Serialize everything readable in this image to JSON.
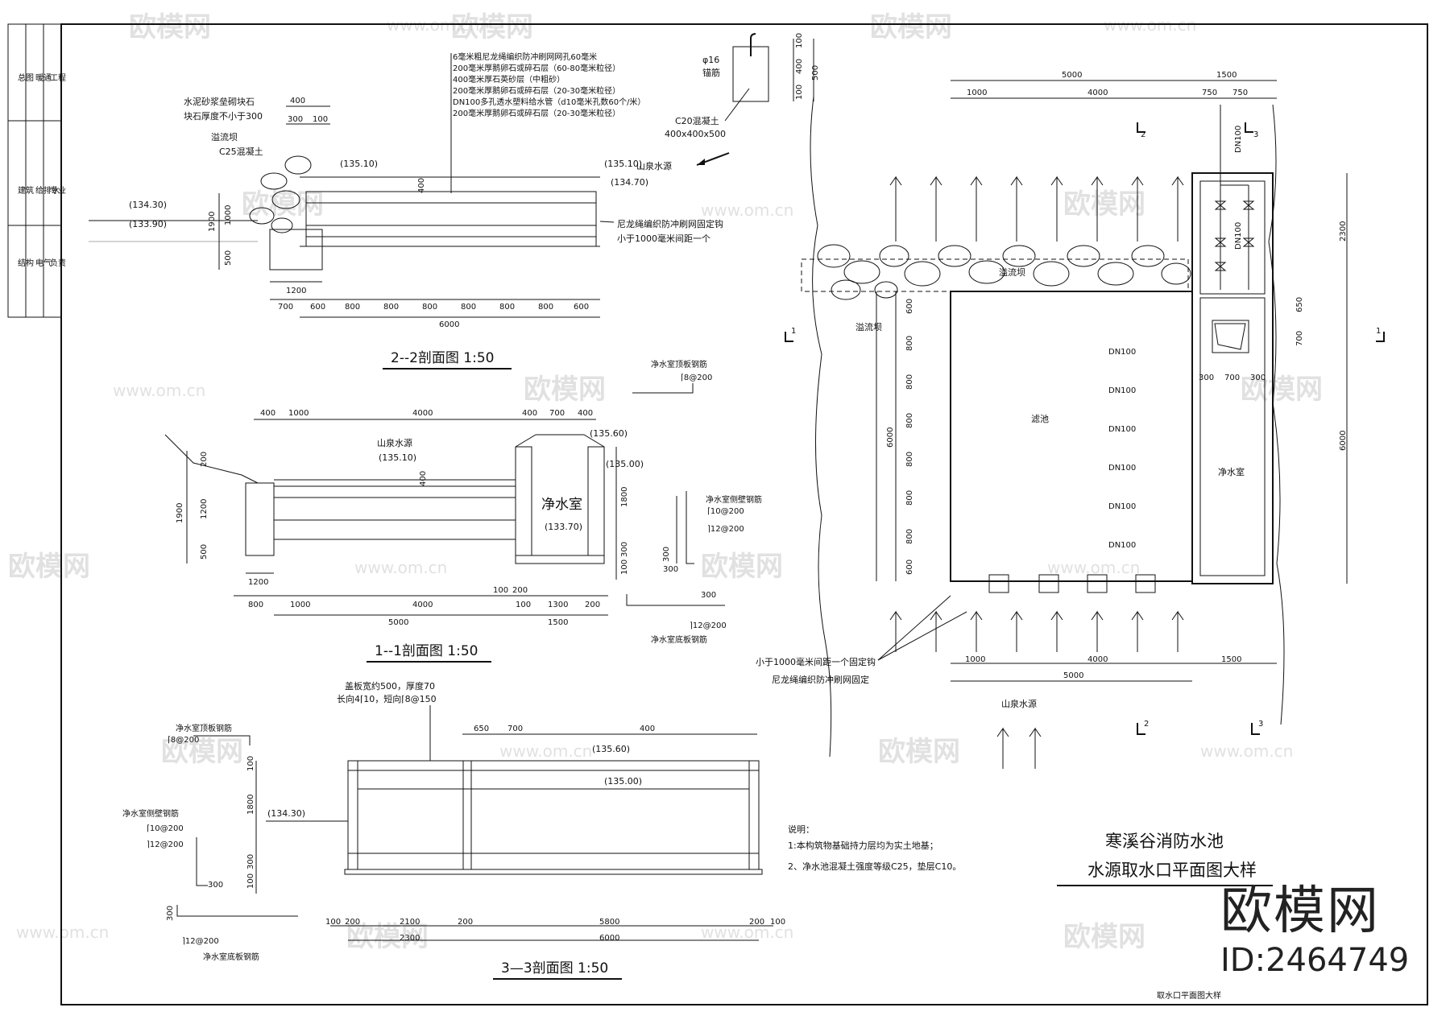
{
  "title_block": {
    "main_title": "寒溪谷消防水池",
    "sub_title": "水源取水口平面图大样",
    "tiny_label": "取水口平面图大样",
    "side_labels": [
      "总图",
      "建筑",
      "结构",
      "给排水",
      "电气",
      "暖通",
      "工程",
      "专业",
      "负责"
    ]
  },
  "brand": {
    "name": "欧模网",
    "id": "ID:2464749"
  },
  "watermark": {
    "text": "欧模网",
    "url": "www.om.cn"
  },
  "notes": {
    "heading": "说明：",
    "items": [
      "1:本构筑物基础持力层均为实土地基；",
      "2、净水池混凝土强度等级C25，垫层C10。"
    ]
  },
  "anchor": {
    "rebar": "φ16",
    "rebar_label": "锚筋",
    "concrete": "C20混凝土",
    "size": "400x400x500",
    "dims": [
      "100",
      "400",
      "500",
      "100"
    ]
  },
  "section_22": {
    "title": "2--2剖面图 1:50",
    "layers": [
      "6毫米粗尼龙绳编织防冲刷网网孔60毫米",
      "200毫米厚鹅卵石或碎石层（60-80毫米粒径）",
      "400毫米厚石英砂层（中粗砂）",
      "200毫米厚鹅卵石或碎石层（20-30毫米粒径）",
      "DN100多孔透水塑料给水管（d10毫米孔数60个/米）",
      "200毫米厚鹅卵石或碎石层（20-30毫米粒径）"
    ],
    "stone_note": [
      "水泥砂浆垒砌块石",
      "块石厚度不小于300"
    ],
    "weir": [
      "溢流坝",
      "C25混凝土"
    ],
    "source": "山泉水源",
    "net_note": [
      "尼龙绳编织防冲刷网固定钩",
      "小于1000毫米间距一个"
    ],
    "levels": [
      "(135.10)",
      "(135.10)",
      "(134.70)",
      "(134.30)",
      "(133.90)"
    ],
    "top_dims": [
      "400",
      "300",
      "100"
    ],
    "vert_dims": [
      "1900",
      "1000",
      "500",
      "400"
    ],
    "mid_dim": "1200",
    "bottom_dims": [
      "700",
      "600",
      "800",
      "800",
      "800",
      "800",
      "800",
      "800",
      "600"
    ],
    "total": "6000"
  },
  "section_11": {
    "title": "1--1剖面图 1:50",
    "source": "山泉水源",
    "room": "净水室",
    "levels": [
      "(135.60)",
      "(135.10)",
      "(135.00)",
      "(133.70)"
    ],
    "top_dims": [
      "400",
      "1000",
      "4000",
      "400",
      "700",
      "400"
    ],
    "vert_left": [
      "200",
      "1900",
      "1200",
      "500"
    ],
    "vert_right": [
      "1800",
      "300",
      "100",
      "400"
    ],
    "mid_dims": [
      "1200",
      "100",
      "200"
    ],
    "bottom_dims": [
      "800",
      "1000",
      "4000",
      "100",
      "1300",
      "200"
    ],
    "totals": [
      "5000",
      "1500"
    ],
    "rebar_top": [
      "净水室顶板钢筋",
      "⌈8@200"
    ],
    "rebar_wall": [
      "净水室侧壁钢筋",
      "⌈10@200",
      "⌉12@200"
    ],
    "rebar_bottom": [
      "⌉12@200",
      "净水室底板钢筋"
    ],
    "small_dims": [
      "300",
      "300",
      "300"
    ]
  },
  "section_33": {
    "title": "3—3剖面图 1:50",
    "cover": [
      "盖板宽约500，厚度70",
      "长向4⌈10，短向⌈8@150"
    ],
    "levels": [
      "(135.60)",
      "(135.00)",
      "(134.30)"
    ],
    "top_dims": [
      "650",
      "700",
      "400"
    ],
    "vert": [
      "100",
      "1800",
      "300",
      "100"
    ],
    "rebar_top": [
      "净水室顶板钢筋",
      "⌈8@200"
    ],
    "rebar_wall": [
      "净水室侧壁钢筋",
      "⌈10@200",
      "⌉12@200"
    ],
    "rebar_bottom": [
      "⌉12@200",
      "净水室底板钢筋"
    ],
    "small_dims": [
      "300",
      "300"
    ],
    "bottom_dims": [
      "100",
      "200",
      "2100",
      "200",
      "5800",
      "200",
      "100"
    ],
    "totals": [
      "2300",
      "6000"
    ]
  },
  "plan": {
    "top_dims": [
      "5000",
      "1500",
      "1000",
      "4000",
      "750",
      "750"
    ],
    "right_dims": [
      "2300",
      "650",
      "700",
      "6000"
    ],
    "left_dims": [
      "600",
      "800",
      "800",
      "800",
      "800",
      "800",
      "800",
      "600"
    ],
    "left_total": "6000",
    "bottom_dims": [
      "1000",
      "4000",
      "1500"
    ],
    "bottom_total": "5000",
    "room_dims": [
      "300",
      "700",
      "300"
    ],
    "pipe_labels": [
      "DN100",
      "DN100",
      "DN100",
      "DN100",
      "DN100",
      "DN100"
    ],
    "riser": [
      "DN100",
      "DN100"
    ],
    "filter": "滤池",
    "room": "净水室",
    "weir": [
      "溢流坝",
      "溢流坝"
    ],
    "source": "山泉水源",
    "net_note": [
      "小于1000毫米间距一个固定钩",
      "尼龙绳编织防冲刷网固定"
    ],
    "cut_marks": [
      "1",
      "1",
      "2",
      "2",
      "3",
      "3"
    ]
  }
}
